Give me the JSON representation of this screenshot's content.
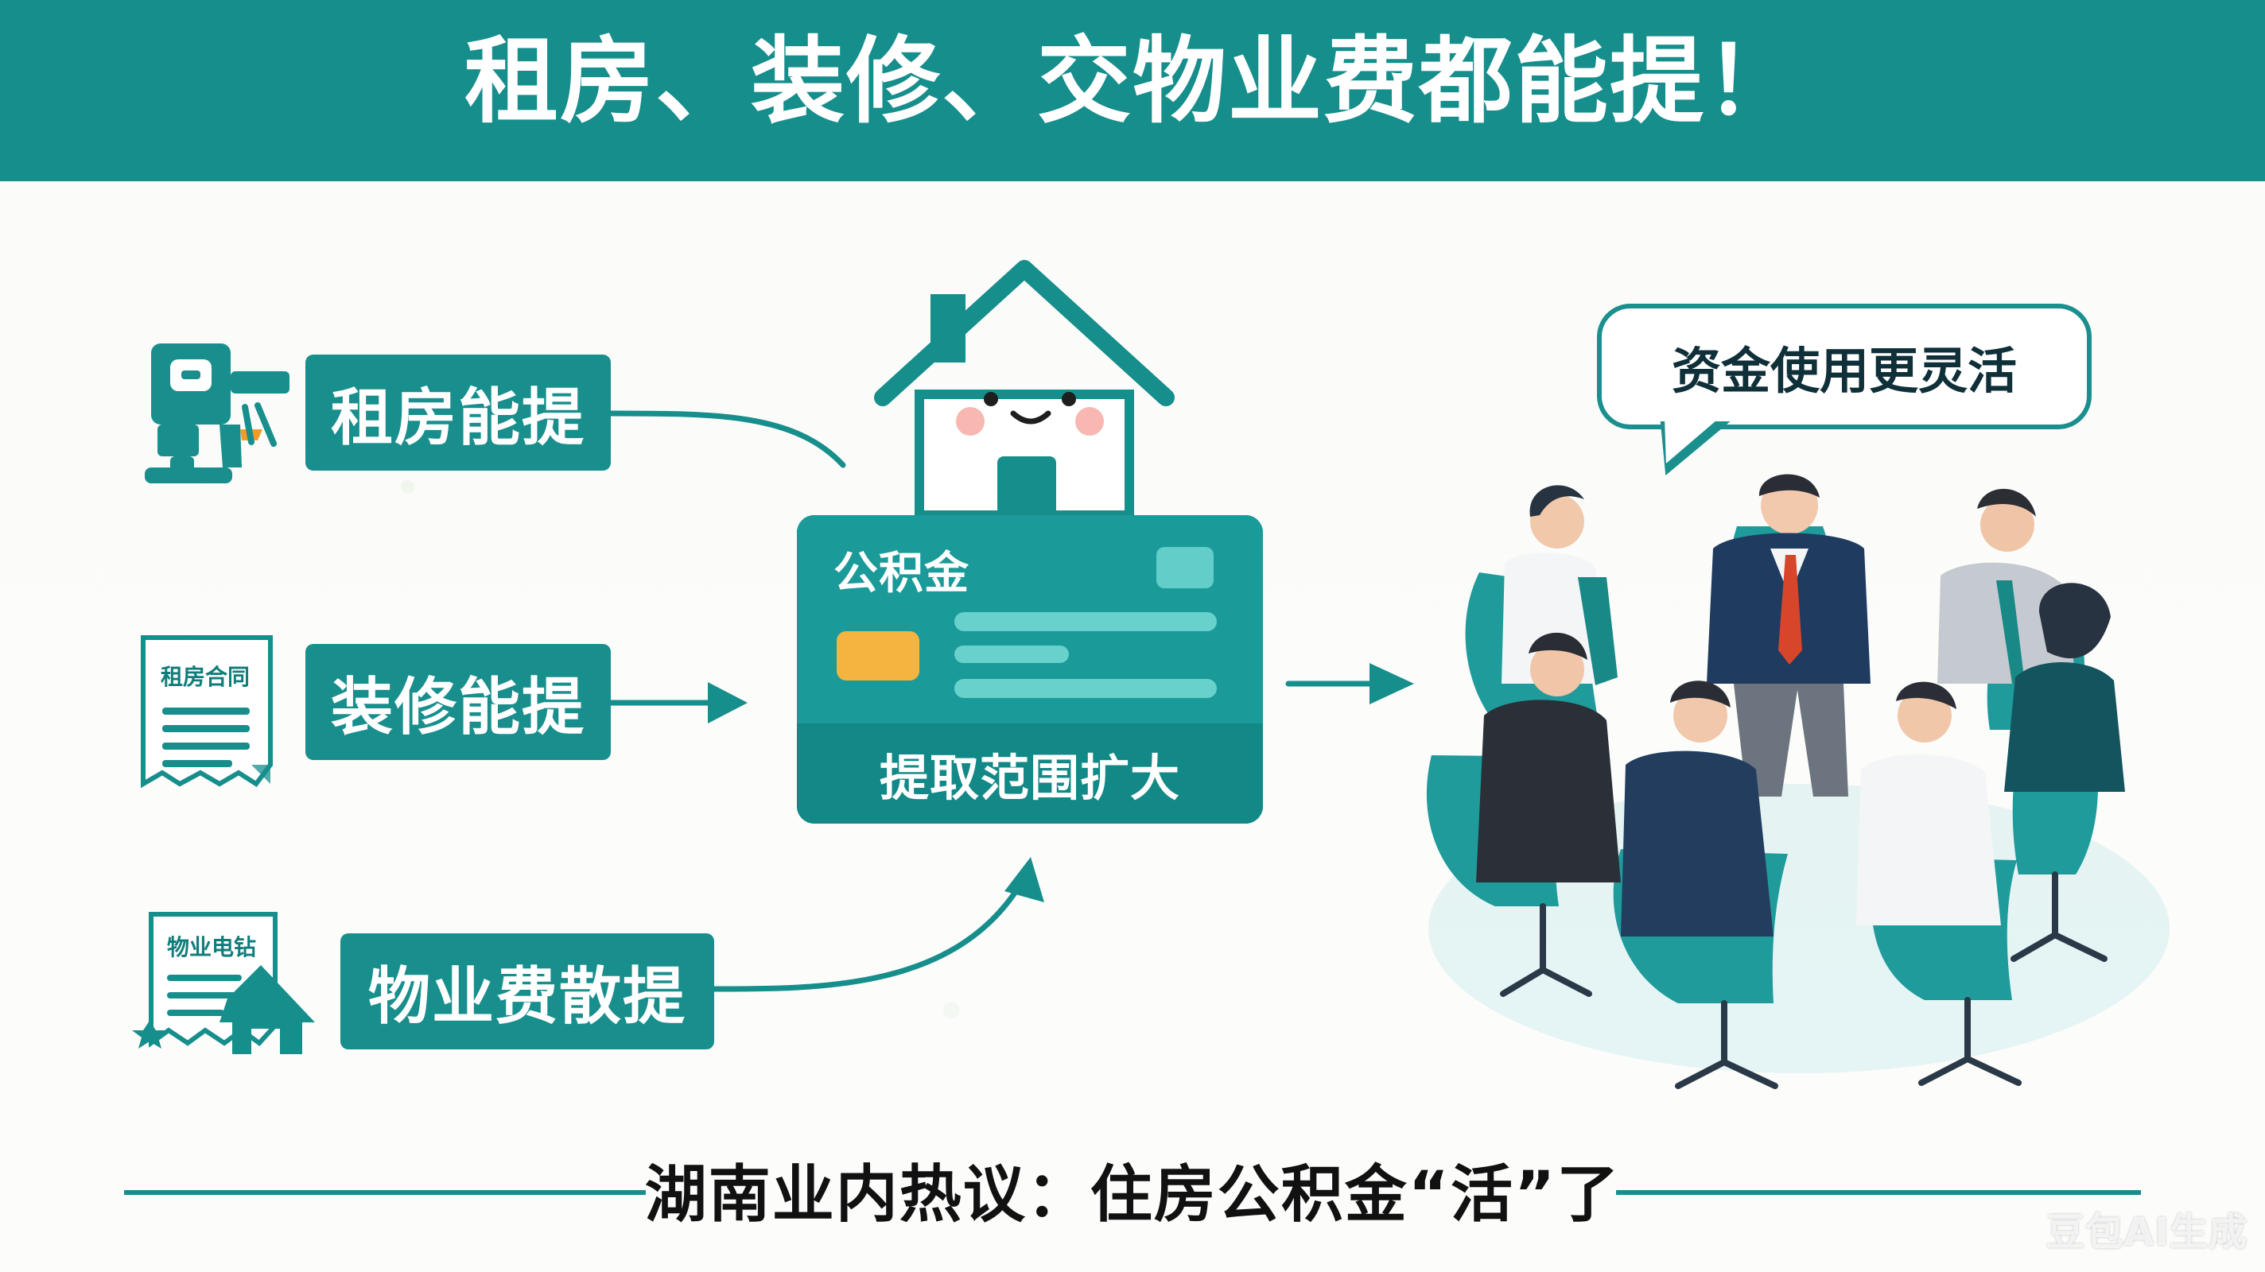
{
  "header": {
    "title": "租房、装修、交物业费都能提！"
  },
  "left_items": [
    {
      "label": "租房能提",
      "icon": "drill-icon"
    },
    {
      "label": "装修能提",
      "icon": "contract-icon",
      "icon_text": "租房合同"
    },
    {
      "label": "物业费散提",
      "icon": "bill-house-icon",
      "icon_text": "物业电钻"
    }
  ],
  "card": {
    "title": "公积金",
    "footer": "提取范围扩大"
  },
  "speech_bubble": {
    "text": "资金使用更灵活"
  },
  "bottom": {
    "caption": "湖南业内热议：住房公积金“活”了"
  },
  "watermark": {
    "text": "豆包AI生成"
  },
  "colors": {
    "teal": "#168e8c",
    "dark_teal": "#118887",
    "light_teal": "#68d1cc",
    "chip": "#f5b43f",
    "text_dark": "#111111"
  }
}
